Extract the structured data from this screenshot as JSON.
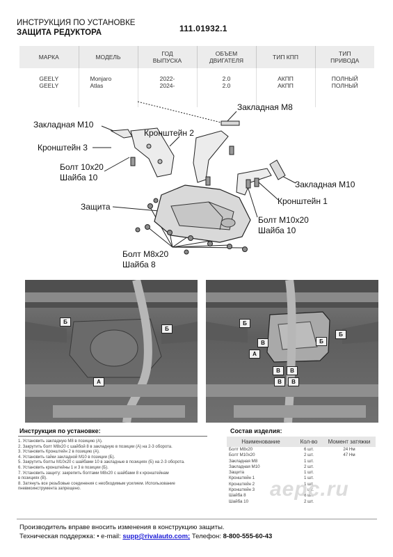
{
  "header": {
    "title_line1": "ИНСТРУКЦИЯ ПО УСТАНОВКЕ",
    "title_line2": "ЗАЩИТА РЕДУКТОРА",
    "part_number": "111.01932.1"
  },
  "spec_table": {
    "headers": [
      "МАРКА",
      "МОДЕЛЬ",
      "ГОД\nВЫПУСКА",
      "ОБЪЕМ\nДВИГАТЕЛЯ",
      "ТИП КПП",
      "ТИП\nПРИВОДА"
    ],
    "cells": [
      "GEELY\nGEELY",
      "Monjaro\nAtlas",
      "2022-\n2024-",
      "2.0\n2.0",
      "АКПП\nАКПП",
      "ПОЛНЫЙ\nПОЛНЫЙ"
    ]
  },
  "diagram_labels": {
    "zakladnaya_m8": "Закладная М8",
    "zakladnaya_m10_left": "Закладная М10",
    "kronshtein_2": "Кронштейн 2",
    "kronshtein_3": "Кронштейн 3",
    "bolt_10x20": "Болт 10х20\nШайба 10",
    "zakladnaya_m10_right": "Закладная М10",
    "zashchita": "Защита",
    "kronshtein_1": "Кронштейн 1",
    "bolt_m10x20": "Болт М10х20\nШайба 10",
    "bolt_m8x20": "Болт М8х20\nШайба 8"
  },
  "photo_tags": {
    "a": "А",
    "b": "Б",
    "v": "В"
  },
  "instructions": {
    "title": "Инструкция по установке:",
    "steps": [
      "1.   Установить закладную М8 в позицию (А).",
      "2.   Закрутить болт М8х20 с шайбой 8 в закладную в позиции (А) на 2-3 оборота.",
      "3.   Установить Кронштейн 2 в позицию (А).",
      "4.   Установить гайки закладной М10 в позиции (Б).",
      "5.    Закрутить болты М10х20 с шайбами 10 в закладные в позициях (Б) на 2-3 оборота.",
      "6.   Установить кронштейны 1 и 3 в позиции (Б).",
      "7.   Установить защиту: закрепить болтами М8х20 с шайбами 8 к кронштейнам",
      "      в позициях (В).",
      "8.   Затянуть все резьбовые соединения с необходимым усилием. Использование",
      "      пневмоинструмента запрещено."
    ]
  },
  "composition": {
    "title": "Состав изделия:",
    "headers": [
      "Наименование",
      "Кол-во",
      "Момент затяжки"
    ],
    "rows": [
      [
        "Болт М8х20",
        "6 шт.",
        "24 Нм"
      ],
      [
        "Болт М10х20",
        "2 шт.",
        "47 Нм"
      ],
      [
        "Закладная М8",
        "1 шт.",
        ""
      ],
      [
        "Закладная М10",
        "2 шт.",
        ""
      ],
      [
        "Защита",
        "1 шт.",
        ""
      ],
      [
        "Кронштейн 1",
        "1 шт.",
        ""
      ],
      [
        "Кронштейн 2",
        "1 шт.",
        ""
      ],
      [
        "Кронштейн 3",
        "1 шт.",
        ""
      ],
      [
        "Шайба 8",
        "6 шт.",
        ""
      ],
      [
        "Шайба 10",
        "2 шт.",
        ""
      ]
    ]
  },
  "watermark": "aepc.ru",
  "footer": {
    "notice": "Производитель вправе вносить изменения в конструкцию защиты.",
    "support_label": "Техническая поддержка:  •  e-mail: ",
    "email": "supp@rivalauto.com;",
    "phone_label": " Телефон: ",
    "phone": "8-800-555-60-43"
  }
}
